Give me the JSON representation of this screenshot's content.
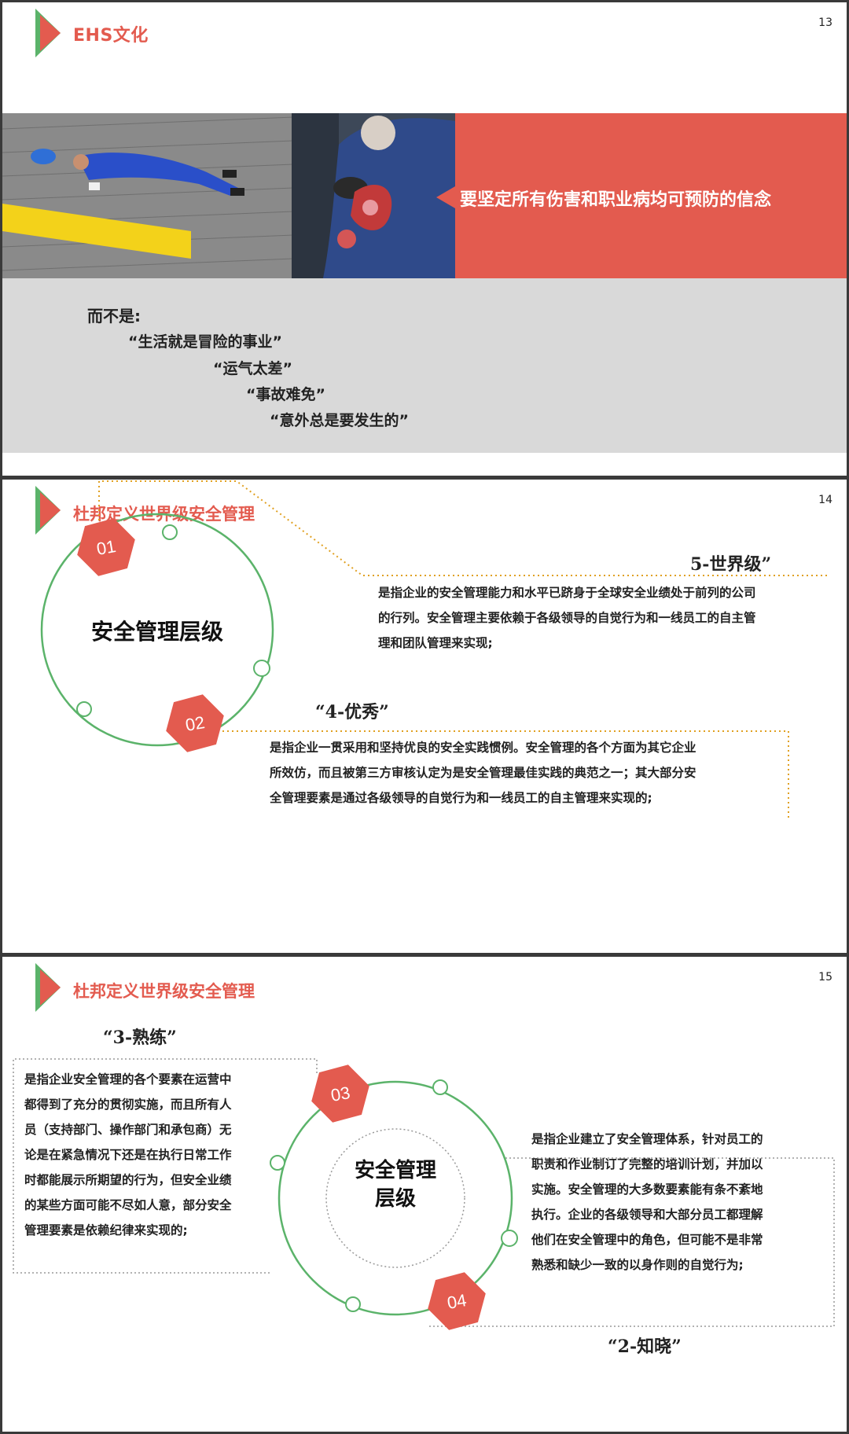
{
  "brand": {
    "name": "EHS文化"
  },
  "colors": {
    "accent": "#e35b4f",
    "green": "#5bb36a",
    "dots": "#e0a020",
    "grey": "#d9d9d9"
  },
  "slide13": {
    "page": "13",
    "banner": "要坚定所有伤害和职业病均可预防的信念",
    "not_title": "而不是:",
    "quotes": [
      "“生活就是冒险的事业”",
      "“运气太差”",
      "“事故难免”",
      "“意外总是要发生的”"
    ]
  },
  "slide14": {
    "page": "14",
    "title": "杜邦定义世界级安全管理",
    "circle_title": "安全管理层级",
    "hex1": "01",
    "hex2": "02",
    "level5_title": "5-世界级”",
    "level5_text_lines": [
      "是指企业的安全管理能力和水平已跻身于全球安全业绩处于前列的公司",
      "的行列。安全管理主要依赖于各级领导的自觉行为和一线员工的自主管",
      "理和团队管理来实现;"
    ],
    "level4_title": "“4-优秀”",
    "level4_text_lines": [
      "是指企业一贯采用和坚持优良的安全实践惯例。安全管理的各个方面为其它企业",
      "所效仿，而且被第三方审核认定为是安全管理最佳实践的典范之一；其大部分安",
      "全管理要素是通过各级领导的自觉行为和一线员工的自主管理来实现的;"
    ]
  },
  "slide15": {
    "page": "15",
    "title": "杜邦定义世界级安全管理",
    "circle_title_lines": [
      "安全管理",
      "层级"
    ],
    "hex3": "03",
    "hex4": "04",
    "level3_title": "“3-熟练”",
    "level3_text_lines": [
      "是指企业安全管理的各个要素在运营中",
      "都得到了充分的贯彻实施，而且所有人",
      "员（支持部门、操作部门和承包商）无",
      "论是在紧急情况下还是在执行日常工作",
      "时都能展示所期望的行为，但安全业绩",
      "的某些方面可能不尽如人意，部分安全",
      "管理要素是依赖纪律来实现的;"
    ],
    "level2_title": "“2-知晓”",
    "level2_text_lines": [
      "是指企业建立了安全管理体系，针对员工的",
      "职责和作业制订了完整的培训计划，并加以",
      "实施。安全管理的大多数要素能有条不紊地",
      "执行。企业的各级领导和大部分员工都理解",
      "他们在安全管理中的角色，但可能不是非常",
      "熟悉和缺少一致的以身作则的自觉行为;"
    ]
  }
}
